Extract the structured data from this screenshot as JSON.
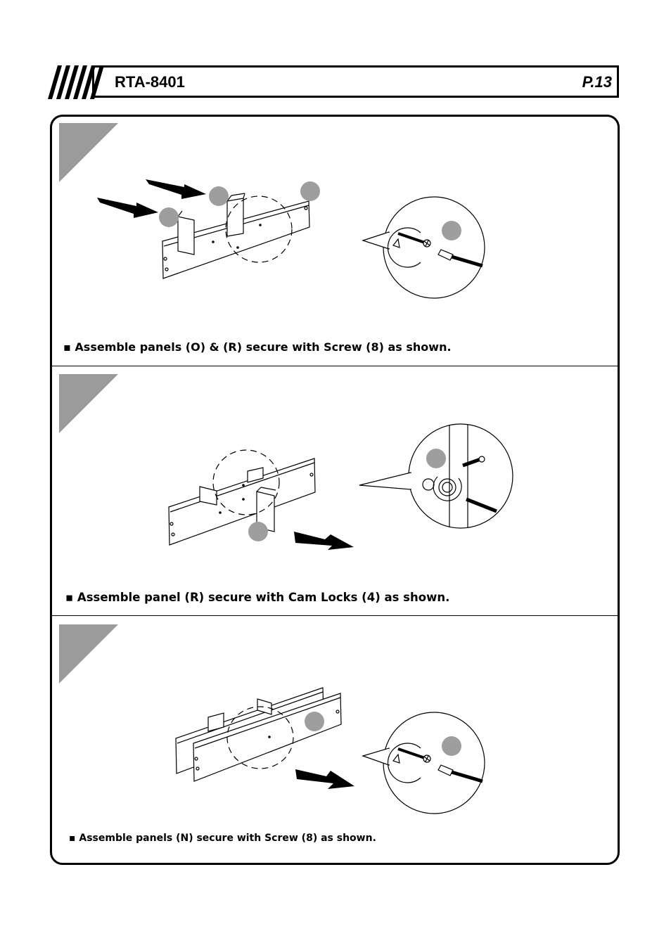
{
  "header": {
    "model": "RTA-8401",
    "page": "P.13"
  },
  "steps": [
    {
      "instruction": "▪ Assemble  panels (O) & (R) secure with Screw (8) as shown."
    },
    {
      "instruction": "▪ Assemble  panel (R) secure with Cam Locks (4) as shown."
    },
    {
      "instruction": "▪ Assemble  panels (N) secure with Screw (8) as shown."
    }
  ],
  "colors": {
    "step_triangle": "#9b9b9b",
    "callout_dot": "#9e9e9e",
    "arrow": "#000000"
  }
}
